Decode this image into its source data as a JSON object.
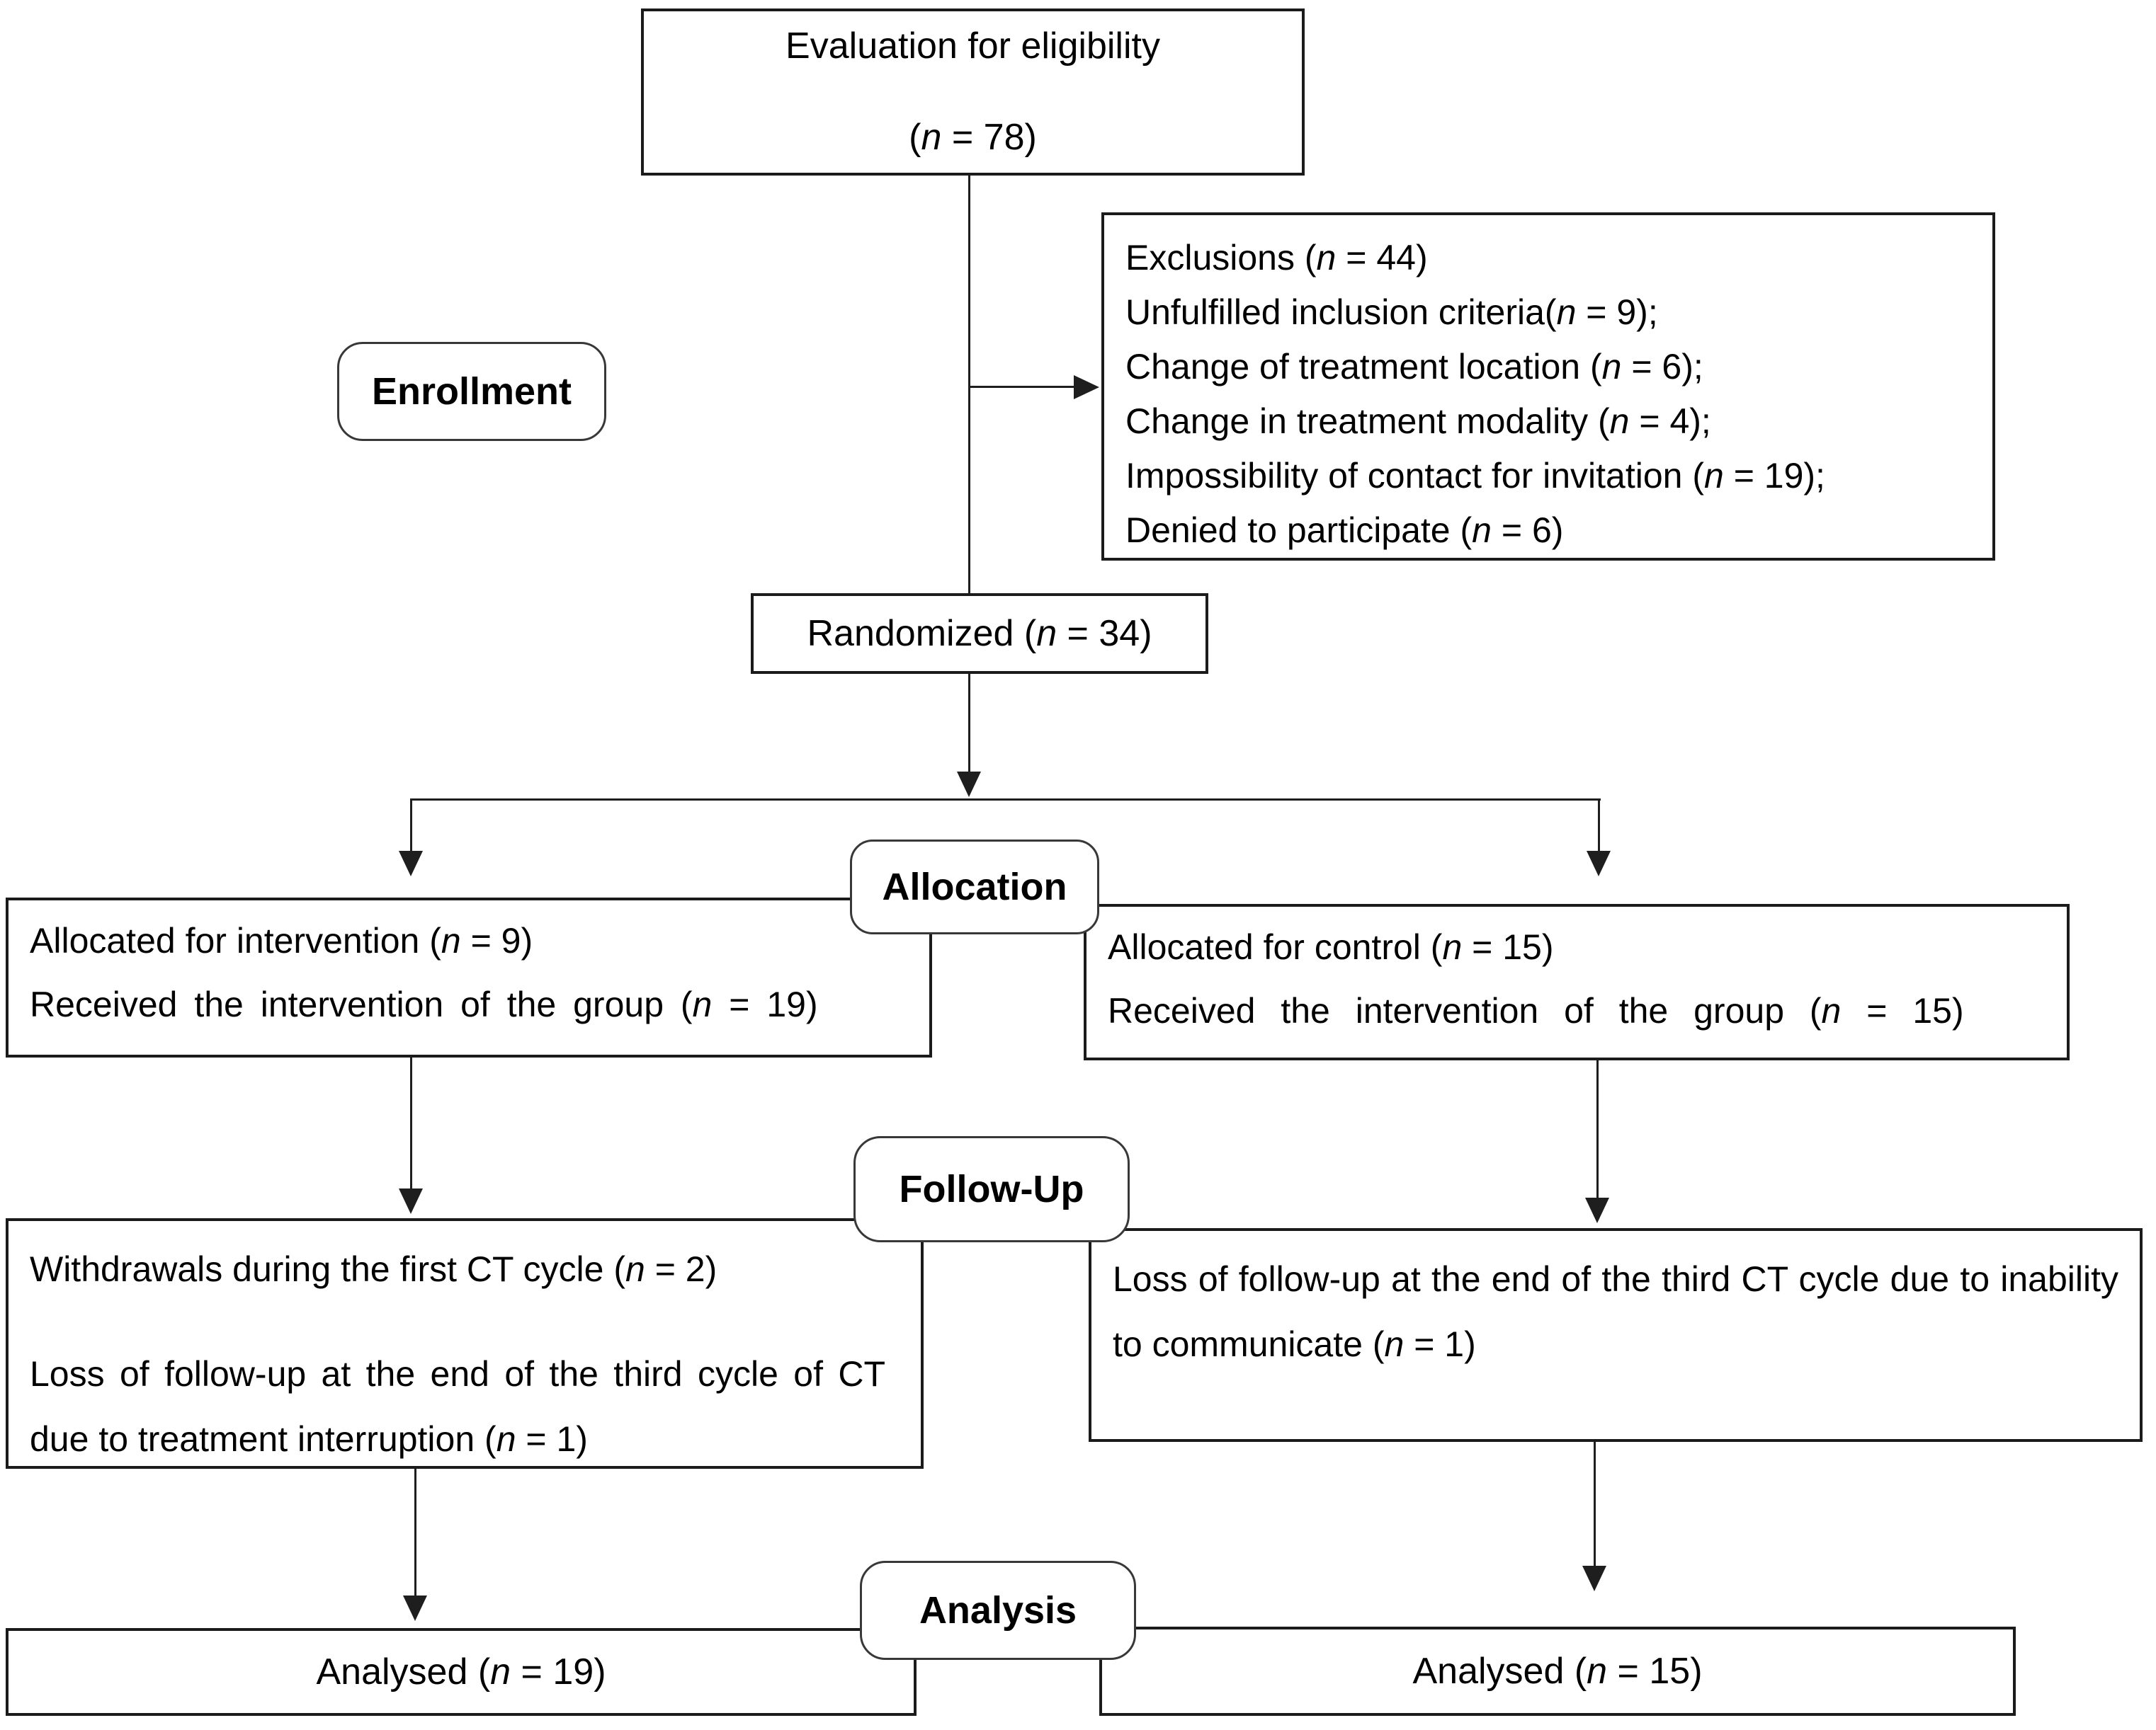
{
  "flow": {
    "stage_labels": {
      "enrollment": "Enrollment",
      "allocation": "Allocation",
      "follow_up": "Follow-Up",
      "analysis": "Analysis"
    },
    "eligibility": {
      "line1": "Evaluation for eligibility",
      "line2": "(*n* = 78)"
    },
    "exclusions": {
      "lines": [
        "Exclusions (*n* = 44)",
        "Unfulfilled inclusion criteria(*n* = 9);",
        "Change of treatment location (*n* = 6);",
        "Change in treatment modality (*n* = 4);",
        "Impossibility of contact for invitation (*n* = 19);",
        "Denied to participate (*n* = 6)"
      ]
    },
    "randomized": {
      "label": "Randomized (*n* = 34)"
    },
    "allocated_intervention": {
      "line1": "Allocated for intervention (*n* = 9)",
      "line2": "Received the intervention of the group (*n* = 19)"
    },
    "allocated_control": {
      "line1": "Allocated for control (*n* = 15)",
      "line2": "Received the intervention of the group (*n* = 15)"
    },
    "followup_intervention": {
      "p1": "Withdrawals during the first CT cycle (*n* = 2)",
      "p2": "Loss of follow-up at the end of the third cycle of CT due to treatment interruption (*n* = 1)"
    },
    "followup_control": {
      "p1": "Loss of follow-up at the end of the third CT cycle due to inability to communicate (*n* = 1)"
    },
    "analysed_intervention": {
      "label": "Analysed (*n* = 19)"
    },
    "analysed_control": {
      "label": "Analysed (*n* = 15)"
    }
  }
}
